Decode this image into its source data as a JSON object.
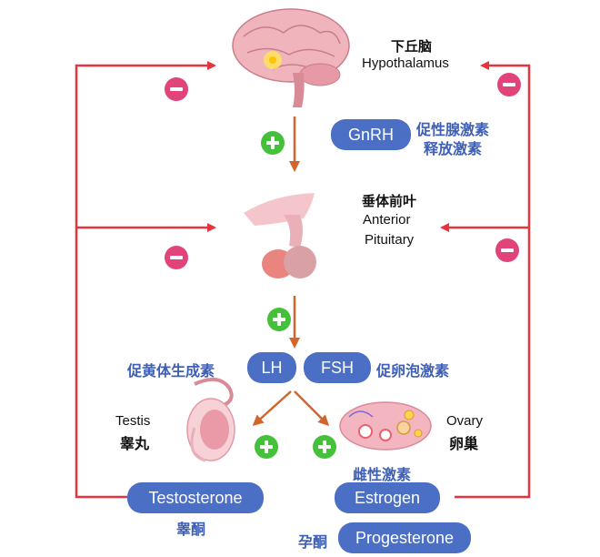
{
  "colors": {
    "feedback_line": "#e4343f",
    "flow_arrow": "#d3642b",
    "pill": "#4a6fc4",
    "label_blue": "#3d5fb8",
    "inhibit": "#e0447a",
    "stimulate": "#45c03b"
  },
  "icons": [
    "brain-illustration",
    "pituitary-illustration",
    "testis-illustration",
    "ovary-illustration",
    "minus-icon",
    "plus-icon"
  ],
  "hypothalamus": {
    "label_cn": "下丘脑",
    "label_en": "Hypothalamus"
  },
  "gnrh": {
    "pill": "GnRH",
    "label_line1": "促性腺激素",
    "label_line2": "释放激素"
  },
  "pituitary": {
    "label_cn": "垂体前叶",
    "label_en_line1": "Anterior",
    "label_en_line2": "Pituitary"
  },
  "lh": {
    "pill": "LH",
    "label": "促黄体生成素"
  },
  "fsh": {
    "pill": "FSH",
    "label": "促卵泡激素"
  },
  "testis": {
    "label_en": "Testis",
    "label_cn": "睾丸"
  },
  "ovary": {
    "label_en": "Ovary",
    "label_cn": "卵巢"
  },
  "estrogen": {
    "label_cn": "雌性激素",
    "pill": "Estrogen"
  },
  "testosterone": {
    "pill": "Testosterone",
    "label_cn": "睾酮"
  },
  "progesterone": {
    "label_cn": "孕酮",
    "pill": "Progesterone"
  }
}
